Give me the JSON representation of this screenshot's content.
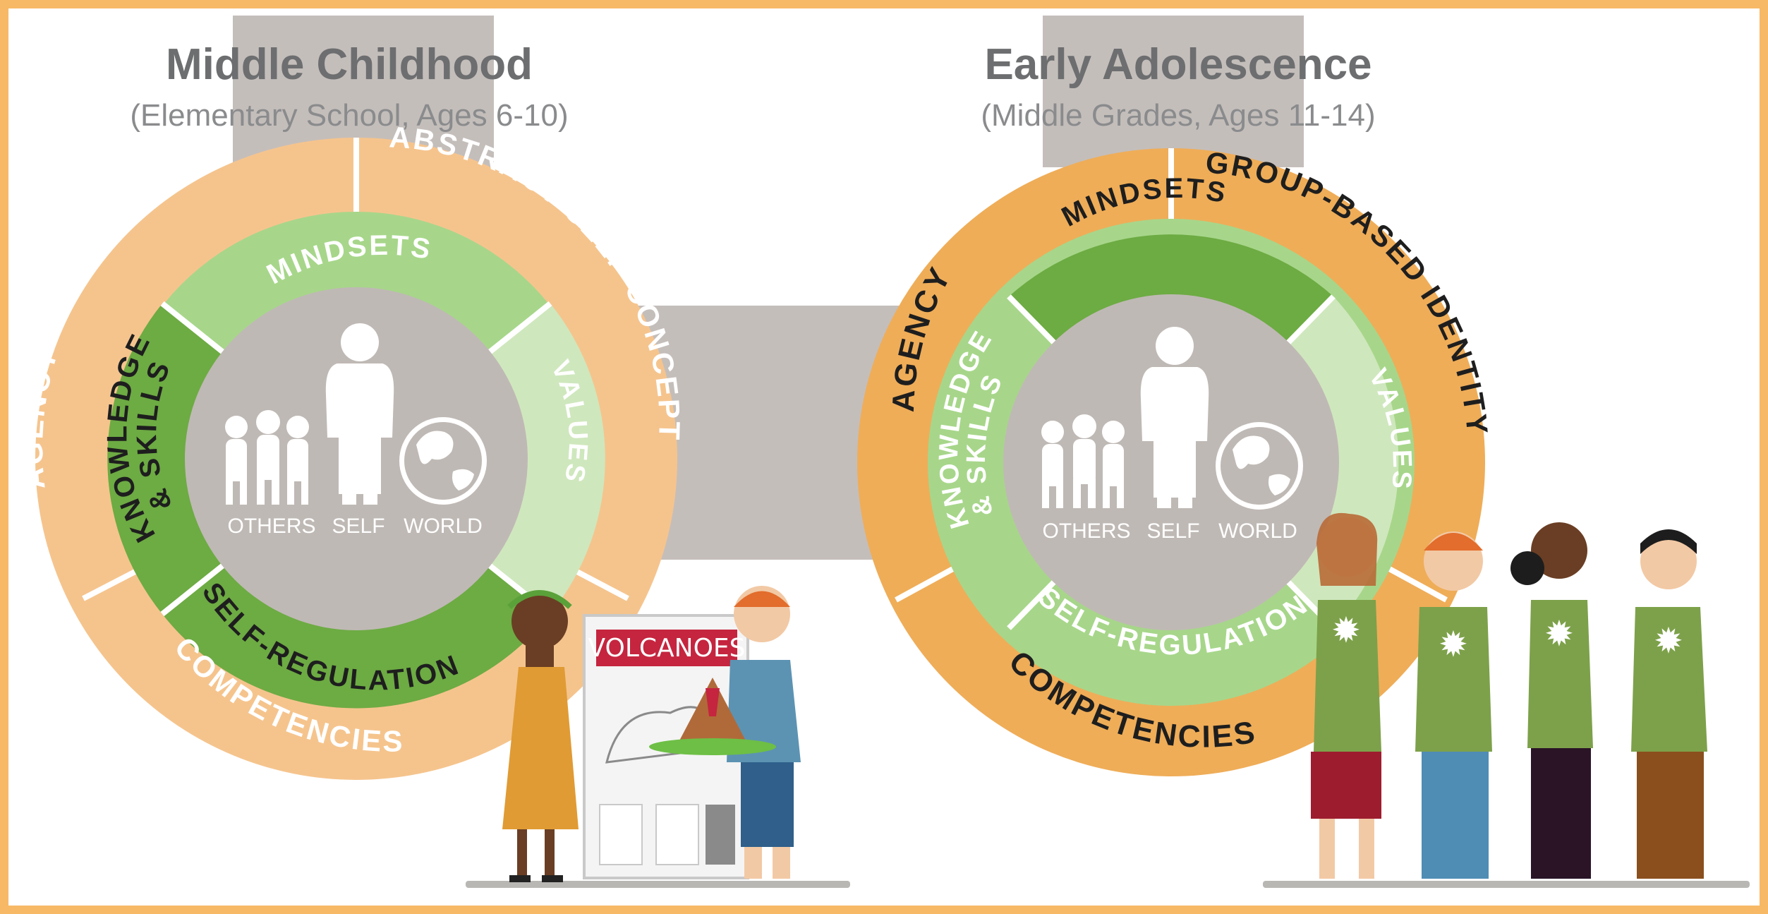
{
  "stages": [
    {
      "title": "Middle Childhood",
      "subtitle": "(Elementary School, Ages 6-10)",
      "outer_ring": [
        "AGENCY",
        "ABSTRACT SELF-CONCEPT",
        "COMPETENCIES"
      ],
      "inner_ring": [
        "MINDSETS",
        "VALUES",
        "SELF-REGULATION",
        "KNOWLEDGE",
        "& SKILLS"
      ],
      "core_labels": [
        "OTHERS",
        "SELF",
        "WORLD"
      ],
      "sign_text": "VOLCANOES"
    },
    {
      "title": "Early Adolescence",
      "subtitle": "(Middle Grades, Ages 11-14)",
      "outer_ring": [
        "AGENCY",
        "GROUP-BASED IDENTITY",
        "COMPETENCIES"
      ],
      "inner_ring": [
        "MINDSETS",
        "VALUES",
        "SELF-REGULATION",
        "KNOWLEDGE",
        "& SKILLS"
      ],
      "core_labels": [
        "OTHERS",
        "SELF",
        "WORLD"
      ]
    }
  ],
  "colors": {
    "frame": "#f7b965",
    "pillar": "#c4bebb",
    "core": "#bfb9b5",
    "outer_light": "#f5c48d",
    "outer_dark": "#efad58",
    "inner_light": "#a7d68a",
    "inner_pale": "#cfe7bd",
    "inner_dark": "#6dab43",
    "shirt": "#7da14a"
  }
}
